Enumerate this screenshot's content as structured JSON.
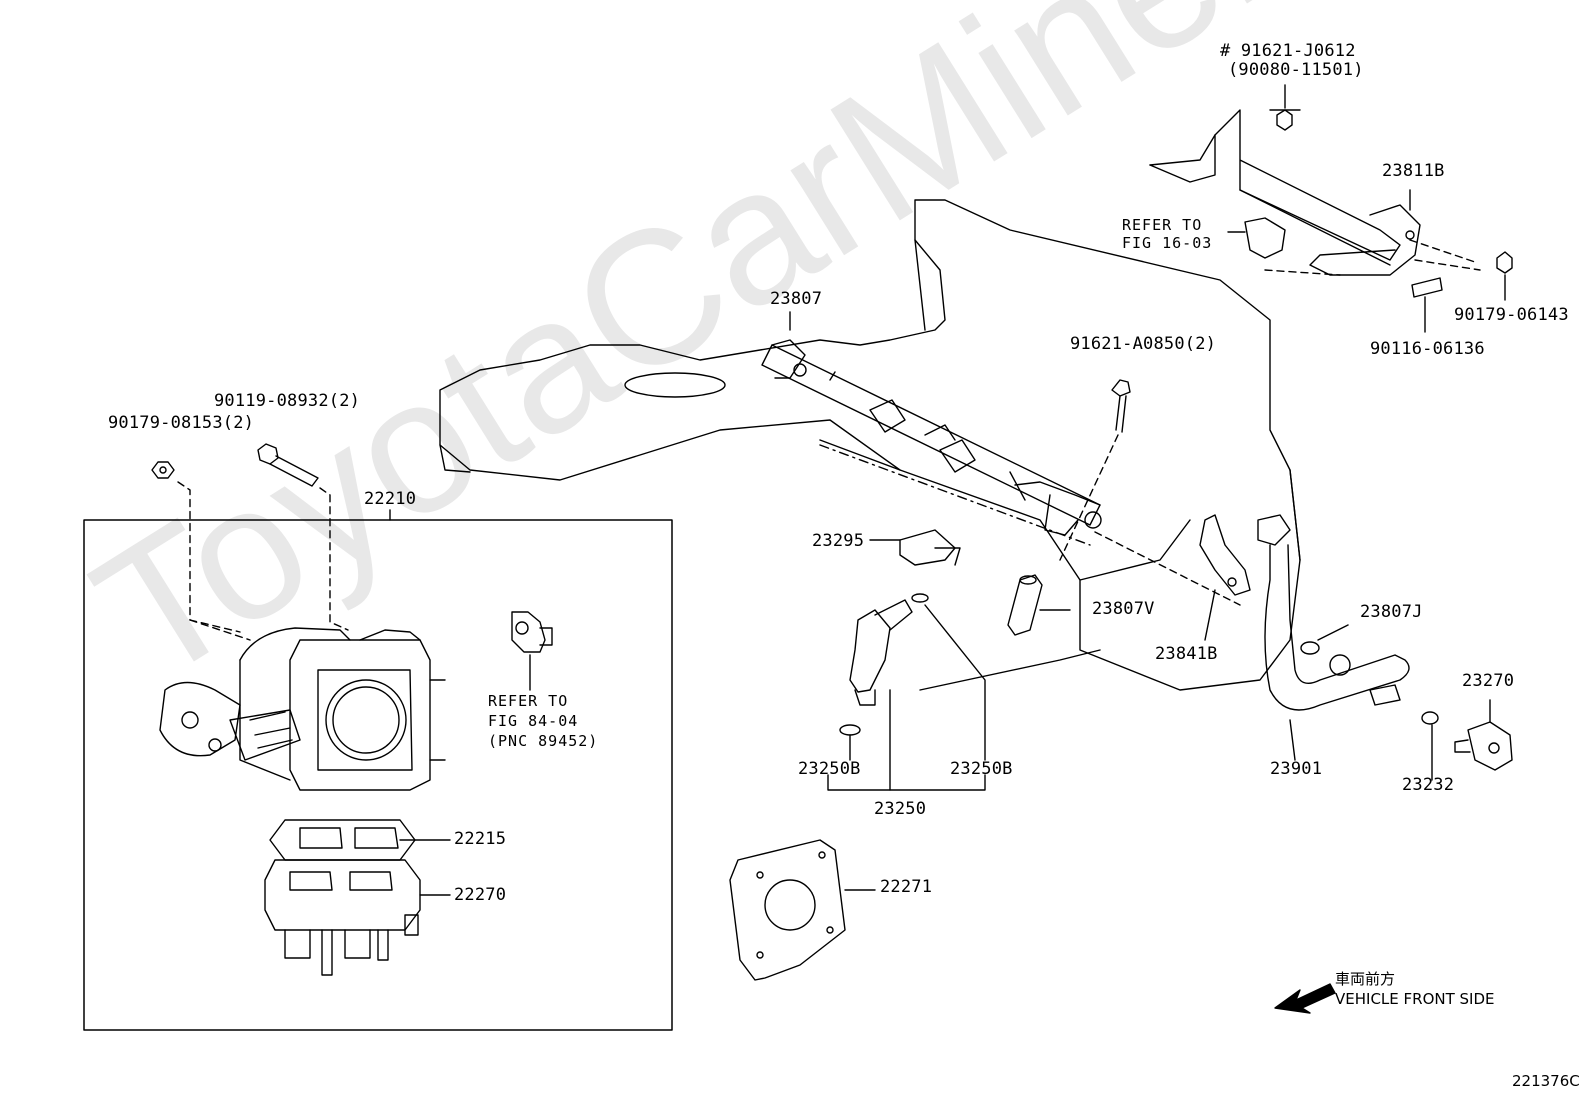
{
  "watermark": "ToyotaCarMiner.ru",
  "diagram_id": "221376C",
  "direction_note": {
    "jp": "車両前方",
    "en": "VEHICLE FRONT SIDE"
  },
  "colors": {
    "line": "#000000",
    "watermark": "#e8e8e8",
    "background": "#ffffff"
  },
  "labels": {
    "p91621_J0612": "# 91621-J0612",
    "p90080_11501": "(90080-11501)",
    "p23811B": "23811B",
    "refer_16_03_a": "REFER TO",
    "refer_16_03_b": "FIG 16-03",
    "p90179_06143": "90179-06143",
    "p90116_06136": "90116-06136",
    "p23807": "23807",
    "p91621_A0850": "91621-A0850(2)",
    "p90119_08932": "90119-08932(2)",
    "p90179_08153": "90179-08153(2)",
    "p22210": "22210",
    "refer_84_04_a": "REFER TO",
    "refer_84_04_b": "FIG 84-04",
    "refer_84_04_c": "(PNC 89452)",
    "p23295": "23295",
    "p23807V": "23807V",
    "p23841B": "23841B",
    "p23807J": "23807J",
    "p23270": "23270",
    "p23250B_left": "23250B",
    "p23250B_right": "23250B",
    "p23250": "23250",
    "p23901": "23901",
    "p23232": "23232",
    "p22215": "22215",
    "p22270": "22270",
    "p22271": "22271"
  }
}
